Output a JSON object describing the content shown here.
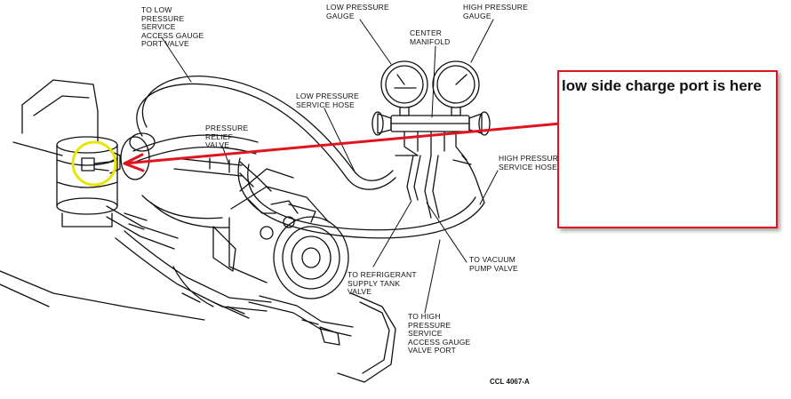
{
  "labels": {
    "to_low_pressure": "TO LOW\nPRESSURE\nSERVICE\nACCESS GAUGE\nPORT VALVE",
    "low_pressure_gauge": "LOW PRESSURE\nGAUGE",
    "high_pressure_gauge": "HIGH PRESSURE\nGAUGE",
    "center_manifold": "CENTER\nMANIFOLD",
    "low_pressure_hose": "LOW PRESSURE\nSERVICE HOSE",
    "pressure_relief_valve": "PRESSURE\nRELIEF\nVALVE",
    "high_pressure_hose": "HIGH PRESSURE\nSERVICE HOSE",
    "to_vacuum_pump": "TO VACUUM\nPUMP VALVE",
    "to_refrigerant_tank": "TO REFRIGERANT\nSUPPLY TANK\nVALVE",
    "to_high_pressure": "TO HIGH\nPRESSURE\nSERVICE\nACCESS GAUGE\nVALVE PORT",
    "figure_code": "CCL 4067-A"
  },
  "callout": {
    "text": "low side charge port is here"
  },
  "colors": {
    "annotation_red": "#e0141e",
    "highlight_yellow": "#e6e600",
    "line": "#111111"
  }
}
